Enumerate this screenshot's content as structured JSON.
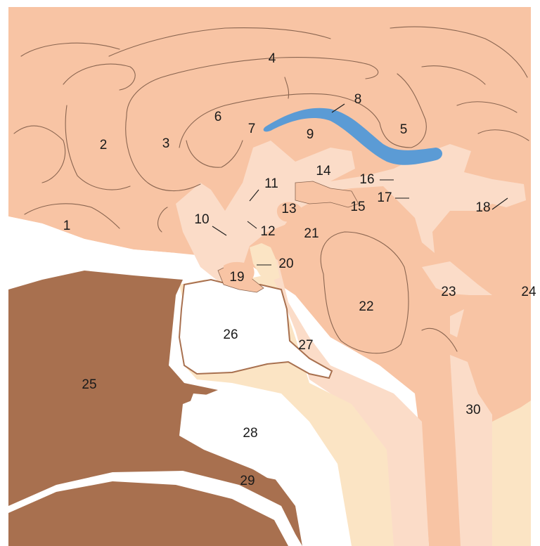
{
  "colors": {
    "brain": "#f8c4a4",
    "ventricle": "#fbdcc8",
    "bone": "#a8704f",
    "skin": "#f6c9aa",
    "soft_tissue": "#fbe4c4",
    "air_space": "#ffffff",
    "highlight_blue": "#5b9bd5",
    "gyrus_line": "#8a6550"
  },
  "labels": [
    {
      "id": "1",
      "text": "1"
    },
    {
      "id": "2",
      "text": "2"
    },
    {
      "id": "3",
      "text": "3"
    },
    {
      "id": "4",
      "text": "4"
    },
    {
      "id": "5",
      "text": "5"
    },
    {
      "id": "6",
      "text": "6"
    },
    {
      "id": "7",
      "text": "7"
    },
    {
      "id": "8",
      "text": "8"
    },
    {
      "id": "9",
      "text": "9"
    },
    {
      "id": "10",
      "text": "10"
    },
    {
      "id": "11",
      "text": "11"
    },
    {
      "id": "12",
      "text": "12"
    },
    {
      "id": "13",
      "text": "13"
    },
    {
      "id": "14",
      "text": "14"
    },
    {
      "id": "15",
      "text": "15"
    },
    {
      "id": "16",
      "text": "16"
    },
    {
      "id": "17",
      "text": "17"
    },
    {
      "id": "18",
      "text": "18"
    },
    {
      "id": "19",
      "text": "19"
    },
    {
      "id": "20",
      "text": "20"
    },
    {
      "id": "21",
      "text": "21"
    },
    {
      "id": "22",
      "text": "22"
    },
    {
      "id": "23",
      "text": "23"
    },
    {
      "id": "24",
      "text": "24"
    },
    {
      "id": "25",
      "text": "25"
    },
    {
      "id": "26",
      "text": "26"
    },
    {
      "id": "27",
      "text": "27"
    },
    {
      "id": "28",
      "text": "28"
    },
    {
      "id": "29",
      "text": "29"
    },
    {
      "id": "30",
      "text": "30"
    }
  ]
}
